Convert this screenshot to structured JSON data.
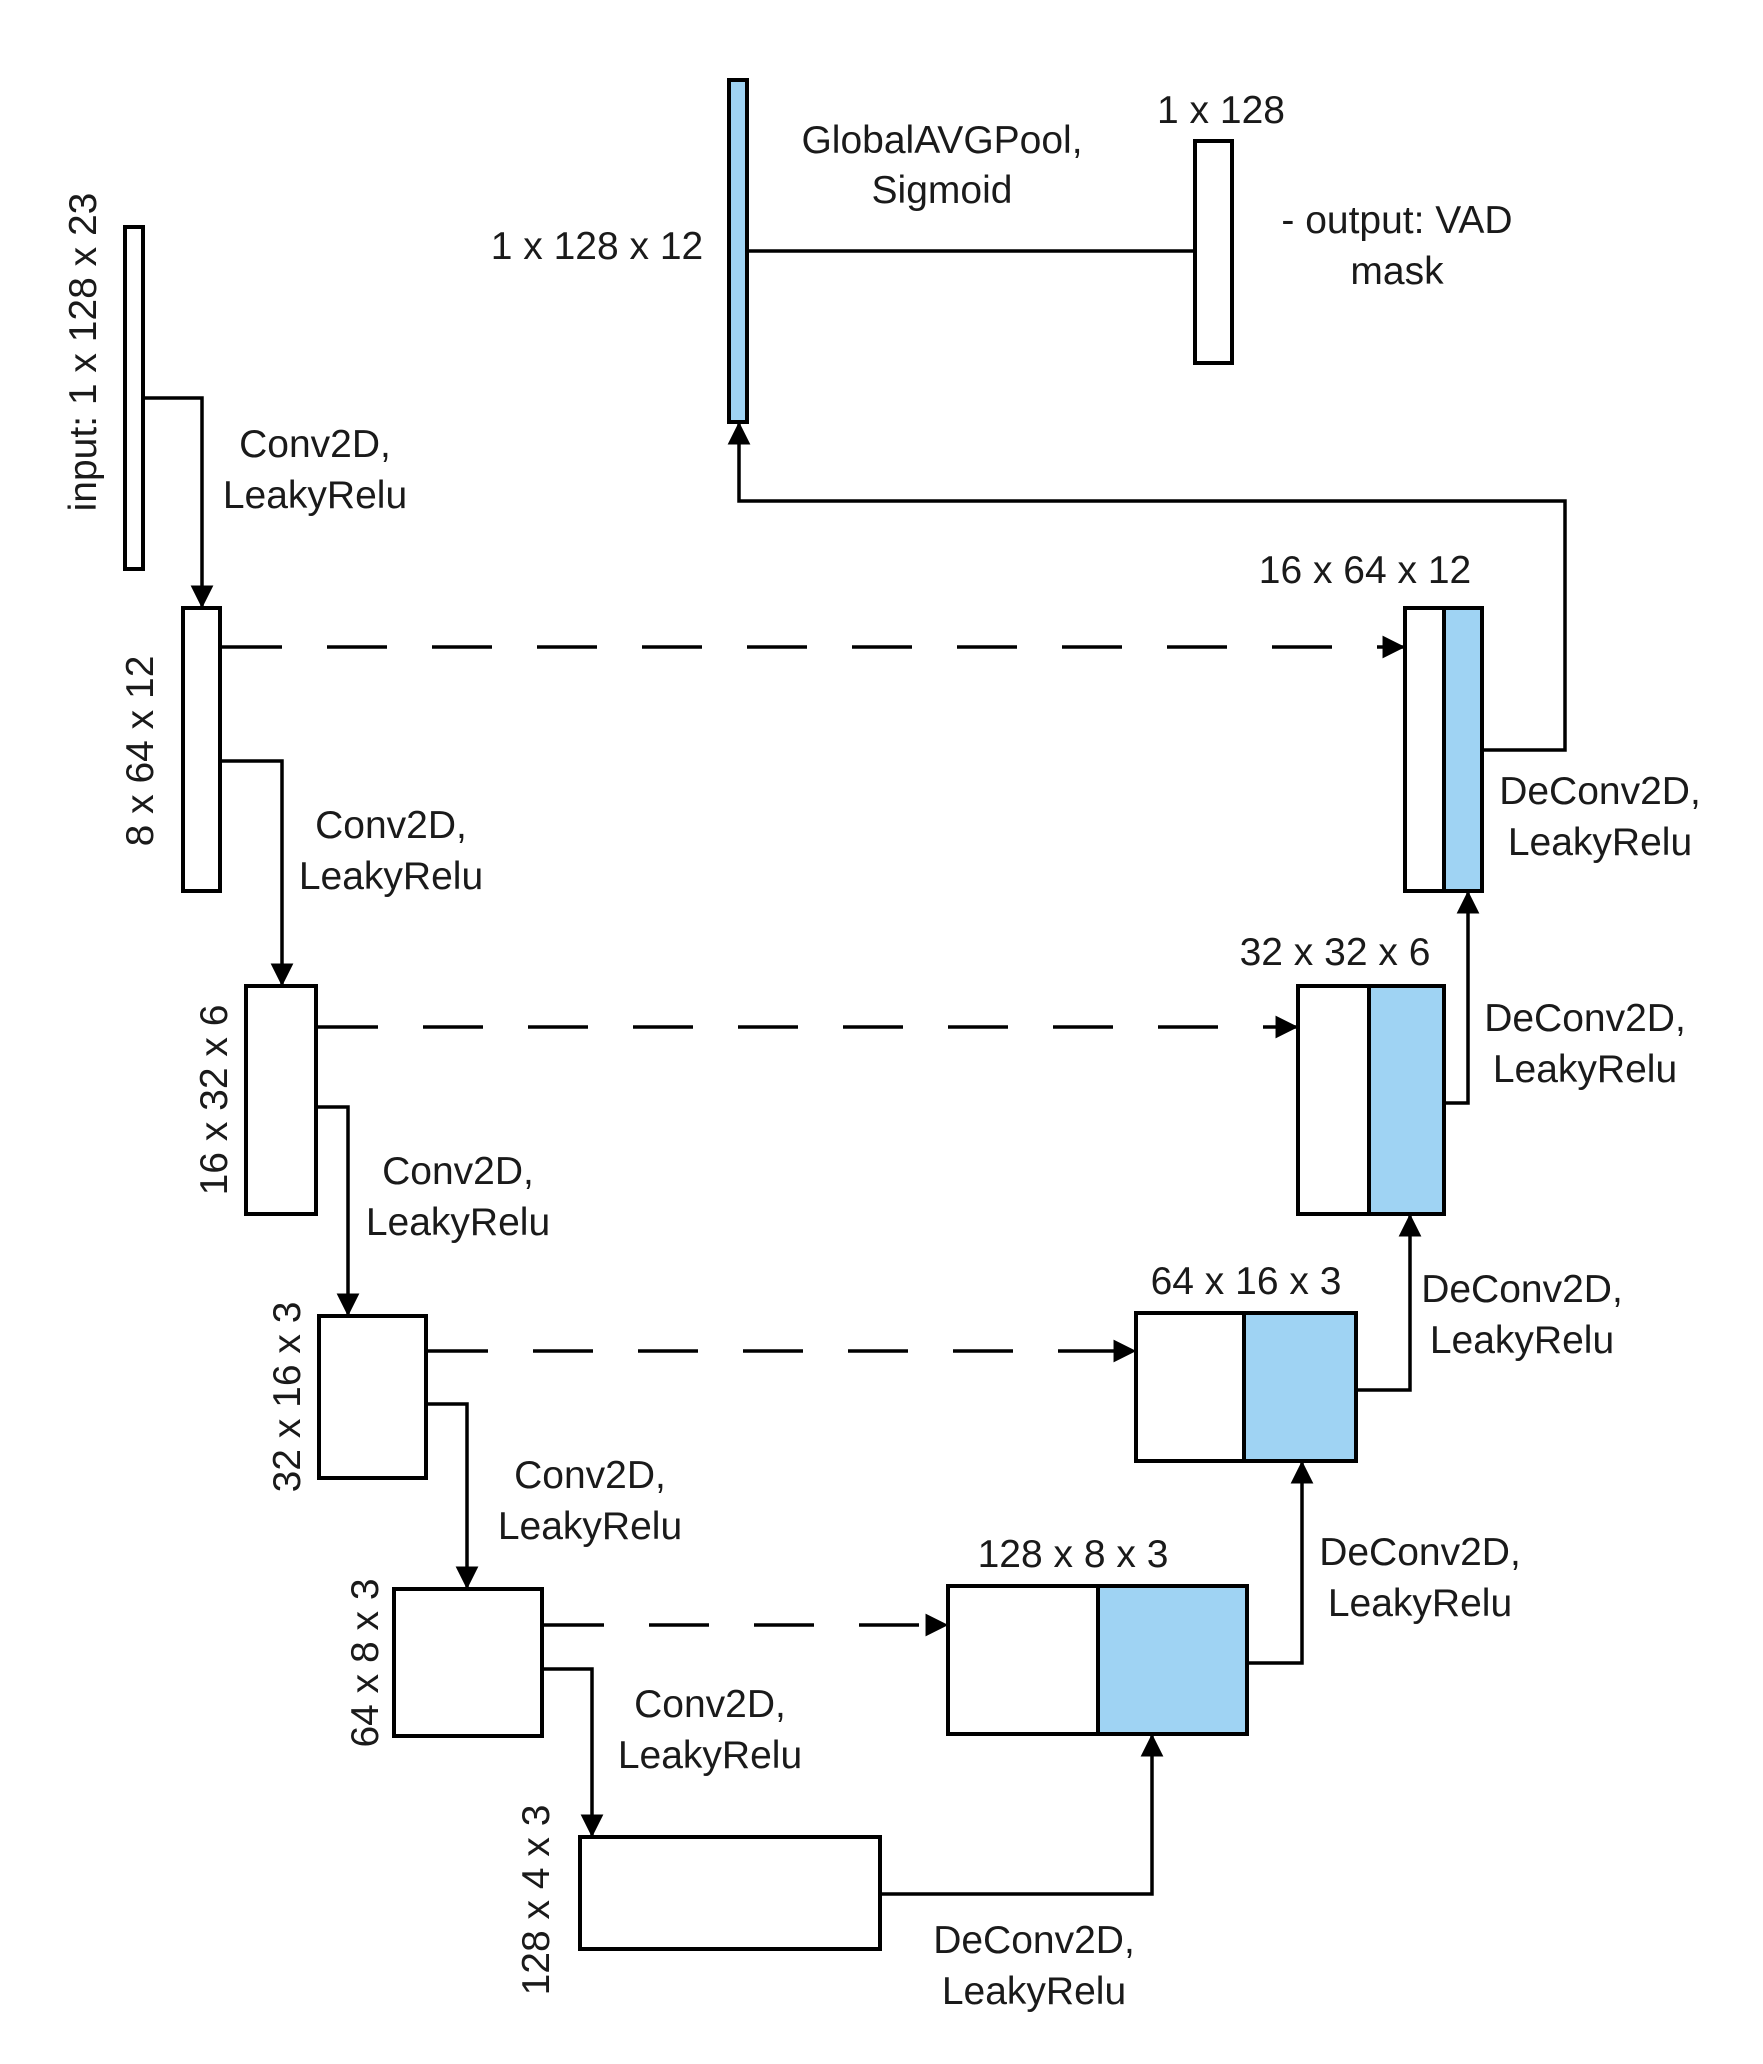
{
  "colors": {
    "feature_blue": "#9fd3f3",
    "stroke": "#000000"
  },
  "blocks": {
    "input": "input: 1 x 128 x 23",
    "enc1": "8 x 64 x 12",
    "enc2": "16 x 32 x 6",
    "enc3": "32 x 16 x 3",
    "enc4": "64 x 8 x 3",
    "bottleneck": "128 x 4 x 3",
    "dec4": "128 x 8 x 3",
    "dec3": "64 x 16 x 3",
    "dec2": "32 x 32 x 6",
    "dec1": "16 x 64 x 12",
    "pool_in": "1 x 128 x 12",
    "output": "1 x 128"
  },
  "ops": {
    "conv": [
      "Conv2D,",
      "LeakyRelu"
    ],
    "deconv": [
      "DeConv2D,",
      "LeakyRelu"
    ],
    "pool": [
      "GlobalAVGPool,",
      "Sigmoid"
    ],
    "output_note": [
      "- output: VAD",
      "mask"
    ]
  }
}
